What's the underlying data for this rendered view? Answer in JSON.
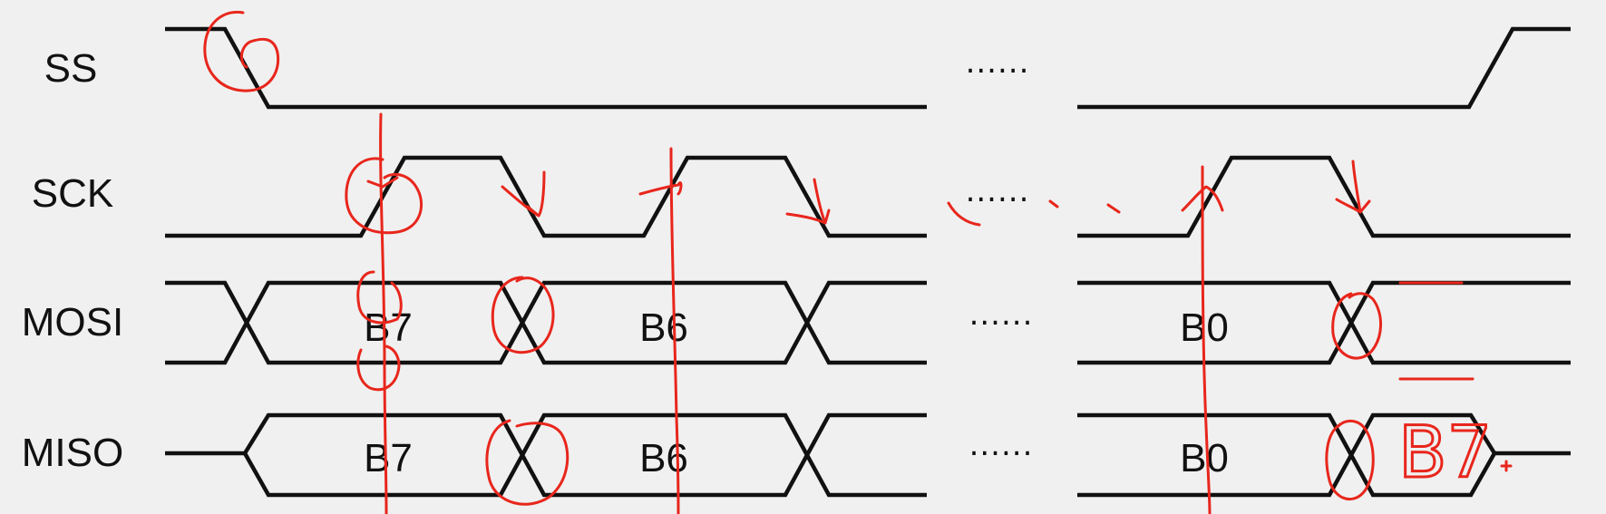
{
  "signals": {
    "ss": "SS",
    "sck": "SCK",
    "mosi": "MOSI",
    "miso": "MISO"
  },
  "mosi_bits": {
    "first": "B7",
    "second": "B6",
    "last": "B0"
  },
  "miso_bits": {
    "first": "B7",
    "second": "B6",
    "last": "B0"
  },
  "ellipsis": "......",
  "annotations": {
    "handwritten_bit": "B7"
  },
  "colors": {
    "waveform": "#111111",
    "annotation": "#e8261c",
    "background": "#f0f0f0"
  }
}
